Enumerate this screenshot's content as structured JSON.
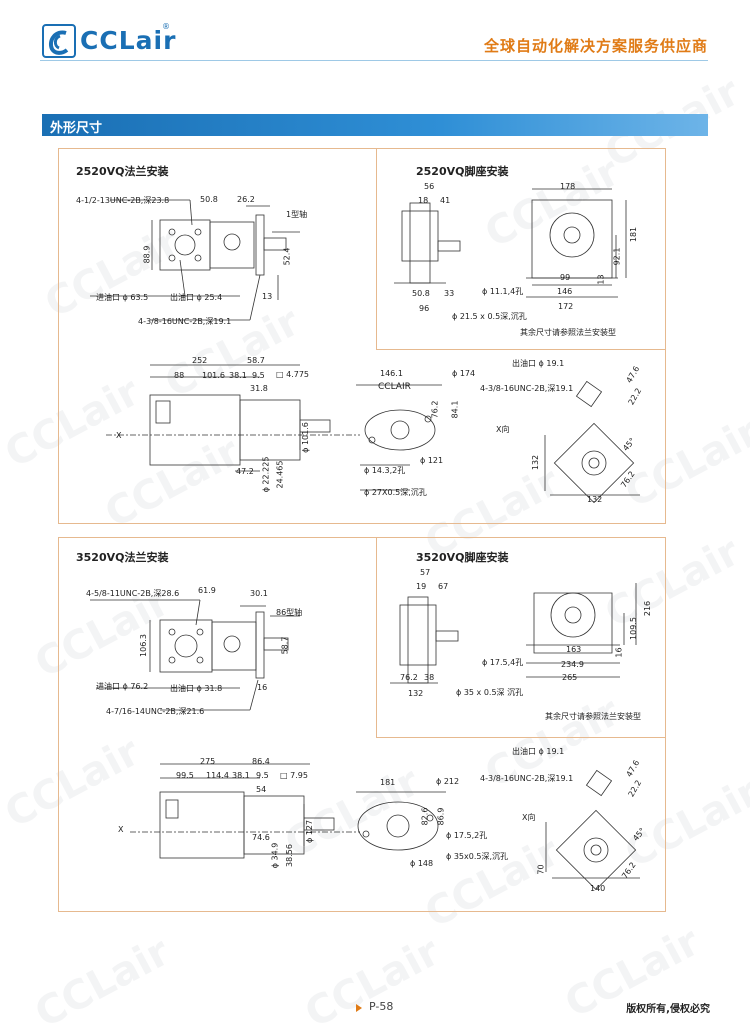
{
  "header": {
    "logo_text": "CCLair",
    "logo_reg": "®",
    "slogan": "全球自动化解决方案服务供应商"
  },
  "section": {
    "title": "外形尺寸"
  },
  "p1": {
    "title": "2520VQ法兰安装",
    "d": [
      "4-1/2-13UNC-2B,深23.8",
      "50.8",
      "26.2",
      "1型轴",
      "88.9",
      "52.4",
      "进油口 ϕ 63.5",
      "出油口 ϕ 25.4",
      "13",
      "4-3/8-16UNC-2B,深19.1"
    ]
  },
  "p2": {
    "title": "2520VQ脚座安装",
    "d": [
      "56",
      "18",
      "41",
      "178",
      "181",
      "92.1",
      "99",
      "13",
      "146",
      "172",
      "50.8",
      "33",
      "ϕ 11.1,4孔",
      "96",
      "ϕ 21.5 x 0.5深,沉孔"
    ],
    "note": "其余尺寸请参照法兰安装型"
  },
  "p3": {
    "d": [
      "252",
      "58.7",
      "88",
      "101.6",
      "38.1",
      "9.5",
      "□ 4.775",
      "31.8",
      "X",
      "47.2",
      "ϕ 22.225",
      "24.465",
      "ϕ 101.6",
      "146.1",
      "CCLAIR",
      "ϕ 174",
      "76.2",
      "84.1",
      "ϕ 121",
      "ϕ 14.3,2孔",
      "ϕ 27X0.5深,沉孔",
      "出油口 ϕ 19.1",
      "4-3/8-16UNC-2B,深19.1",
      "47.6",
      "22.2",
      "X向",
      "45°",
      "132",
      "76.2",
      "132"
    ]
  },
  "p4": {
    "title": "3520VQ法兰安装",
    "d": [
      "4-5/8-11UNC-2B,深28.6",
      "61.9",
      "30.1",
      "86型轴",
      "106.3",
      "58.7",
      "进油口 ϕ 76.2",
      "出油口 ϕ 31.8",
      "16",
      "4-7/16-14UNC-2B,深21.6"
    ]
  },
  "p5": {
    "title": "3520VQ脚座安装",
    "d": [
      "57",
      "19",
      "67",
      "216",
      "109.5",
      "163",
      "16",
      "ϕ 17.5,4孔",
      "234.9",
      "76.2",
      "38",
      "265",
      "132",
      "ϕ 35 x 0.5深 沉孔"
    ],
    "note": "其余尺寸请参照法兰安装型"
  },
  "p6": {
    "d": [
      "275",
      "86.4",
      "99.5",
      "114.4",
      "38.1",
      "9.5",
      "□ 7.95",
      "54",
      "X",
      "74.6",
      "ϕ 34.9",
      "38.56",
      "ϕ 127",
      "181",
      "ϕ 212",
      "82.6",
      "86.9",
      "ϕ 17.5,2孔",
      "ϕ 35x0.5深,沉孔",
      "ϕ 148",
      "出油口 ϕ 19.1",
      "4-3/8-16UNC-2B,深19.1",
      "47.6",
      "22.2",
      "X向",
      "45°",
      "70",
      "140",
      "76.2"
    ]
  },
  "footer": {
    "page": "P-58",
    "copyright": "版权所有,侵权必究"
  },
  "watermark": "CCLair"
}
